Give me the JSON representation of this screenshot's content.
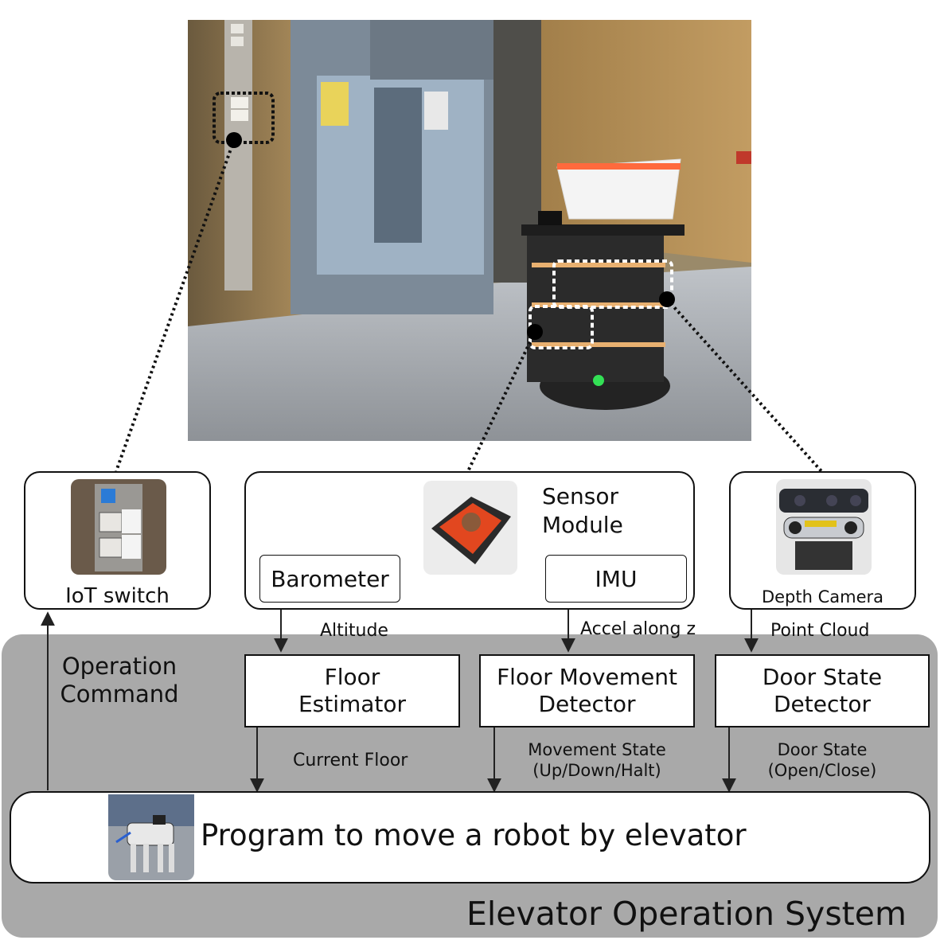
{
  "iot": {
    "label": "IoT switch"
  },
  "sensor_module": {
    "title": "Sensor\nModule",
    "barometer": "Barometer",
    "imu": "IMU"
  },
  "depth_camera": {
    "label": "Depth Camera"
  },
  "edges": {
    "altitude": "Altitude",
    "accel": "Accel along z",
    "point_cloud": "Point Cloud",
    "operation_command": "Operation\nCommand",
    "current_floor": "Current Floor",
    "movement_state": "Movement State\n(Up/Down/Halt)",
    "door_state": "Door State\n(Open/Close)"
  },
  "detectors": {
    "floor_estimator": "Floor\nEstimator",
    "floor_movement": "Floor Movement\nDetector",
    "door_state": "Door State\nDetector"
  },
  "program": {
    "label": "Program to move a robot by elevator"
  },
  "system": {
    "label": "Elevator Operation System"
  },
  "icons": [
    "elevator-photo",
    "robot-photo",
    "elevator-button-photo",
    "sensor-board-photo",
    "depth-camera-photo",
    "robot-dog-photo"
  ]
}
